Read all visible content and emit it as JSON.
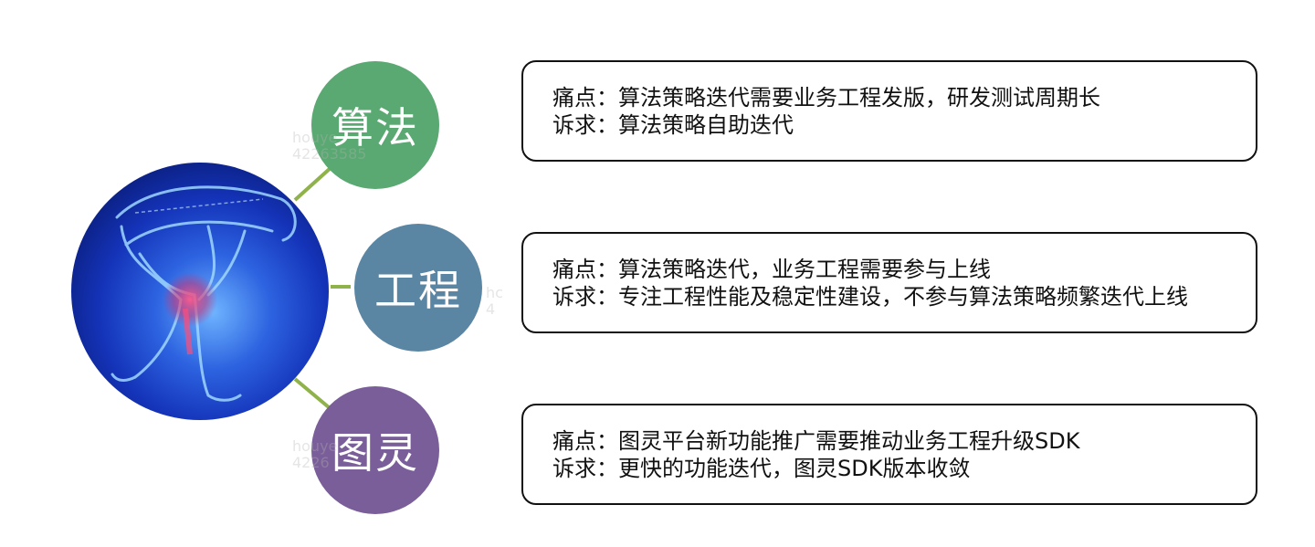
{
  "hub": {
    "image": "knee-pain-xray-figure-icon"
  },
  "nodes": [
    {
      "label": "算法",
      "color": "#5aa872"
    },
    {
      "label": "工程",
      "color": "#5a86a3"
    },
    {
      "label": "图灵",
      "color": "#7a5e99"
    }
  ],
  "connector_color": "#8fb24a",
  "cards": [
    {
      "pain": "痛点：算法策略迭代需要业务工程发版，研发测试周期长",
      "demand": "诉求：算法策略自助迭代"
    },
    {
      "pain": "痛点：算法策略迭代，业务工程需要参与上线",
      "demand": "诉求：专注工程性能及稳定性建设，不参与算法策略频繁迭代上线"
    },
    {
      "pain": "痛点：图灵平台新功能推广需要推动业务工程升级SDK",
      "demand": "诉求：更快的功能迭代，图灵SDK版本收敛"
    }
  ],
  "watermarks": [
    {
      "line1": "houye",
      "line2": "42263585"
    },
    {
      "line1": "hc",
      "line2": "4"
    },
    {
      "line1": "houye",
      "line2": "4226"
    }
  ]
}
